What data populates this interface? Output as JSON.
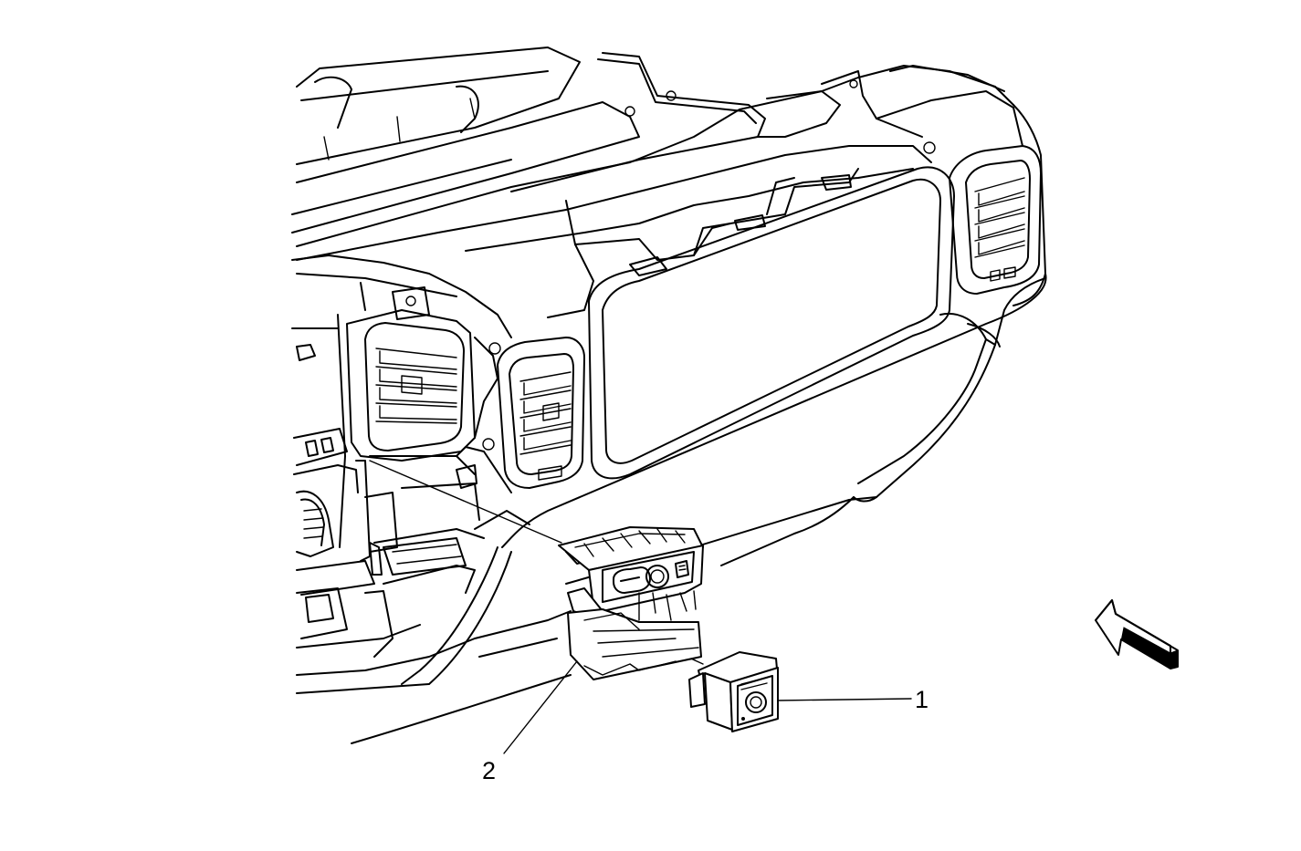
{
  "callouts": [
    {
      "id": "1",
      "label": "1"
    },
    {
      "id": "2",
      "label": "2"
    }
  ],
  "colors": {
    "line": "#000000",
    "background": "#ffffff"
  },
  "icons": {
    "direction_indicator": "forward-arrow-icon"
  }
}
